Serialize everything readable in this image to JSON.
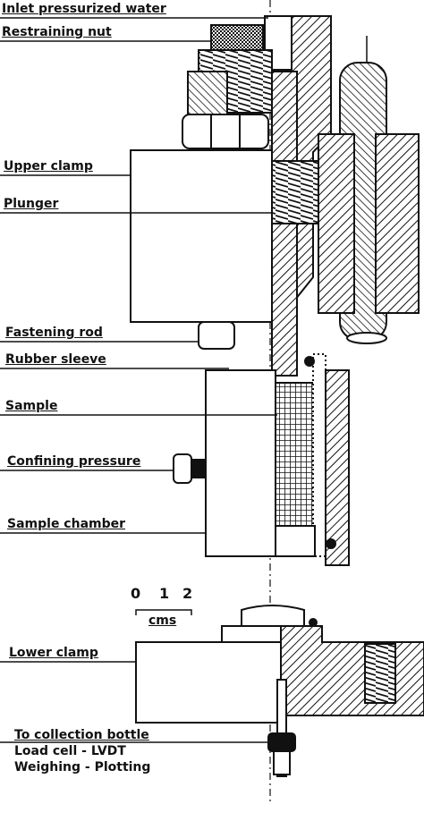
{
  "labels": {
    "inlet_water": "Inlet pressurized water",
    "restraining_nut": "Restraining nut",
    "upper_clamp": "Upper clamp",
    "plunger": "Plunger",
    "fastening_rod": "Fastening rod",
    "rubber_sleeve": "Rubber sleeve",
    "sample": "Sample",
    "confining_pressure": "Confining pressure",
    "sample_chamber": "Sample chamber",
    "lower_clamp": "Lower clamp",
    "collection_bottle": "To collection bottle",
    "load_cell": "Load cell - LVDT",
    "weighing": "Weighing - Plotting"
  },
  "scale_bar": {
    "ticks": [
      "0",
      "1",
      "2"
    ],
    "unit": "cms"
  },
  "colors": {
    "ink": "#111111",
    "paper": "#ffffff"
  }
}
